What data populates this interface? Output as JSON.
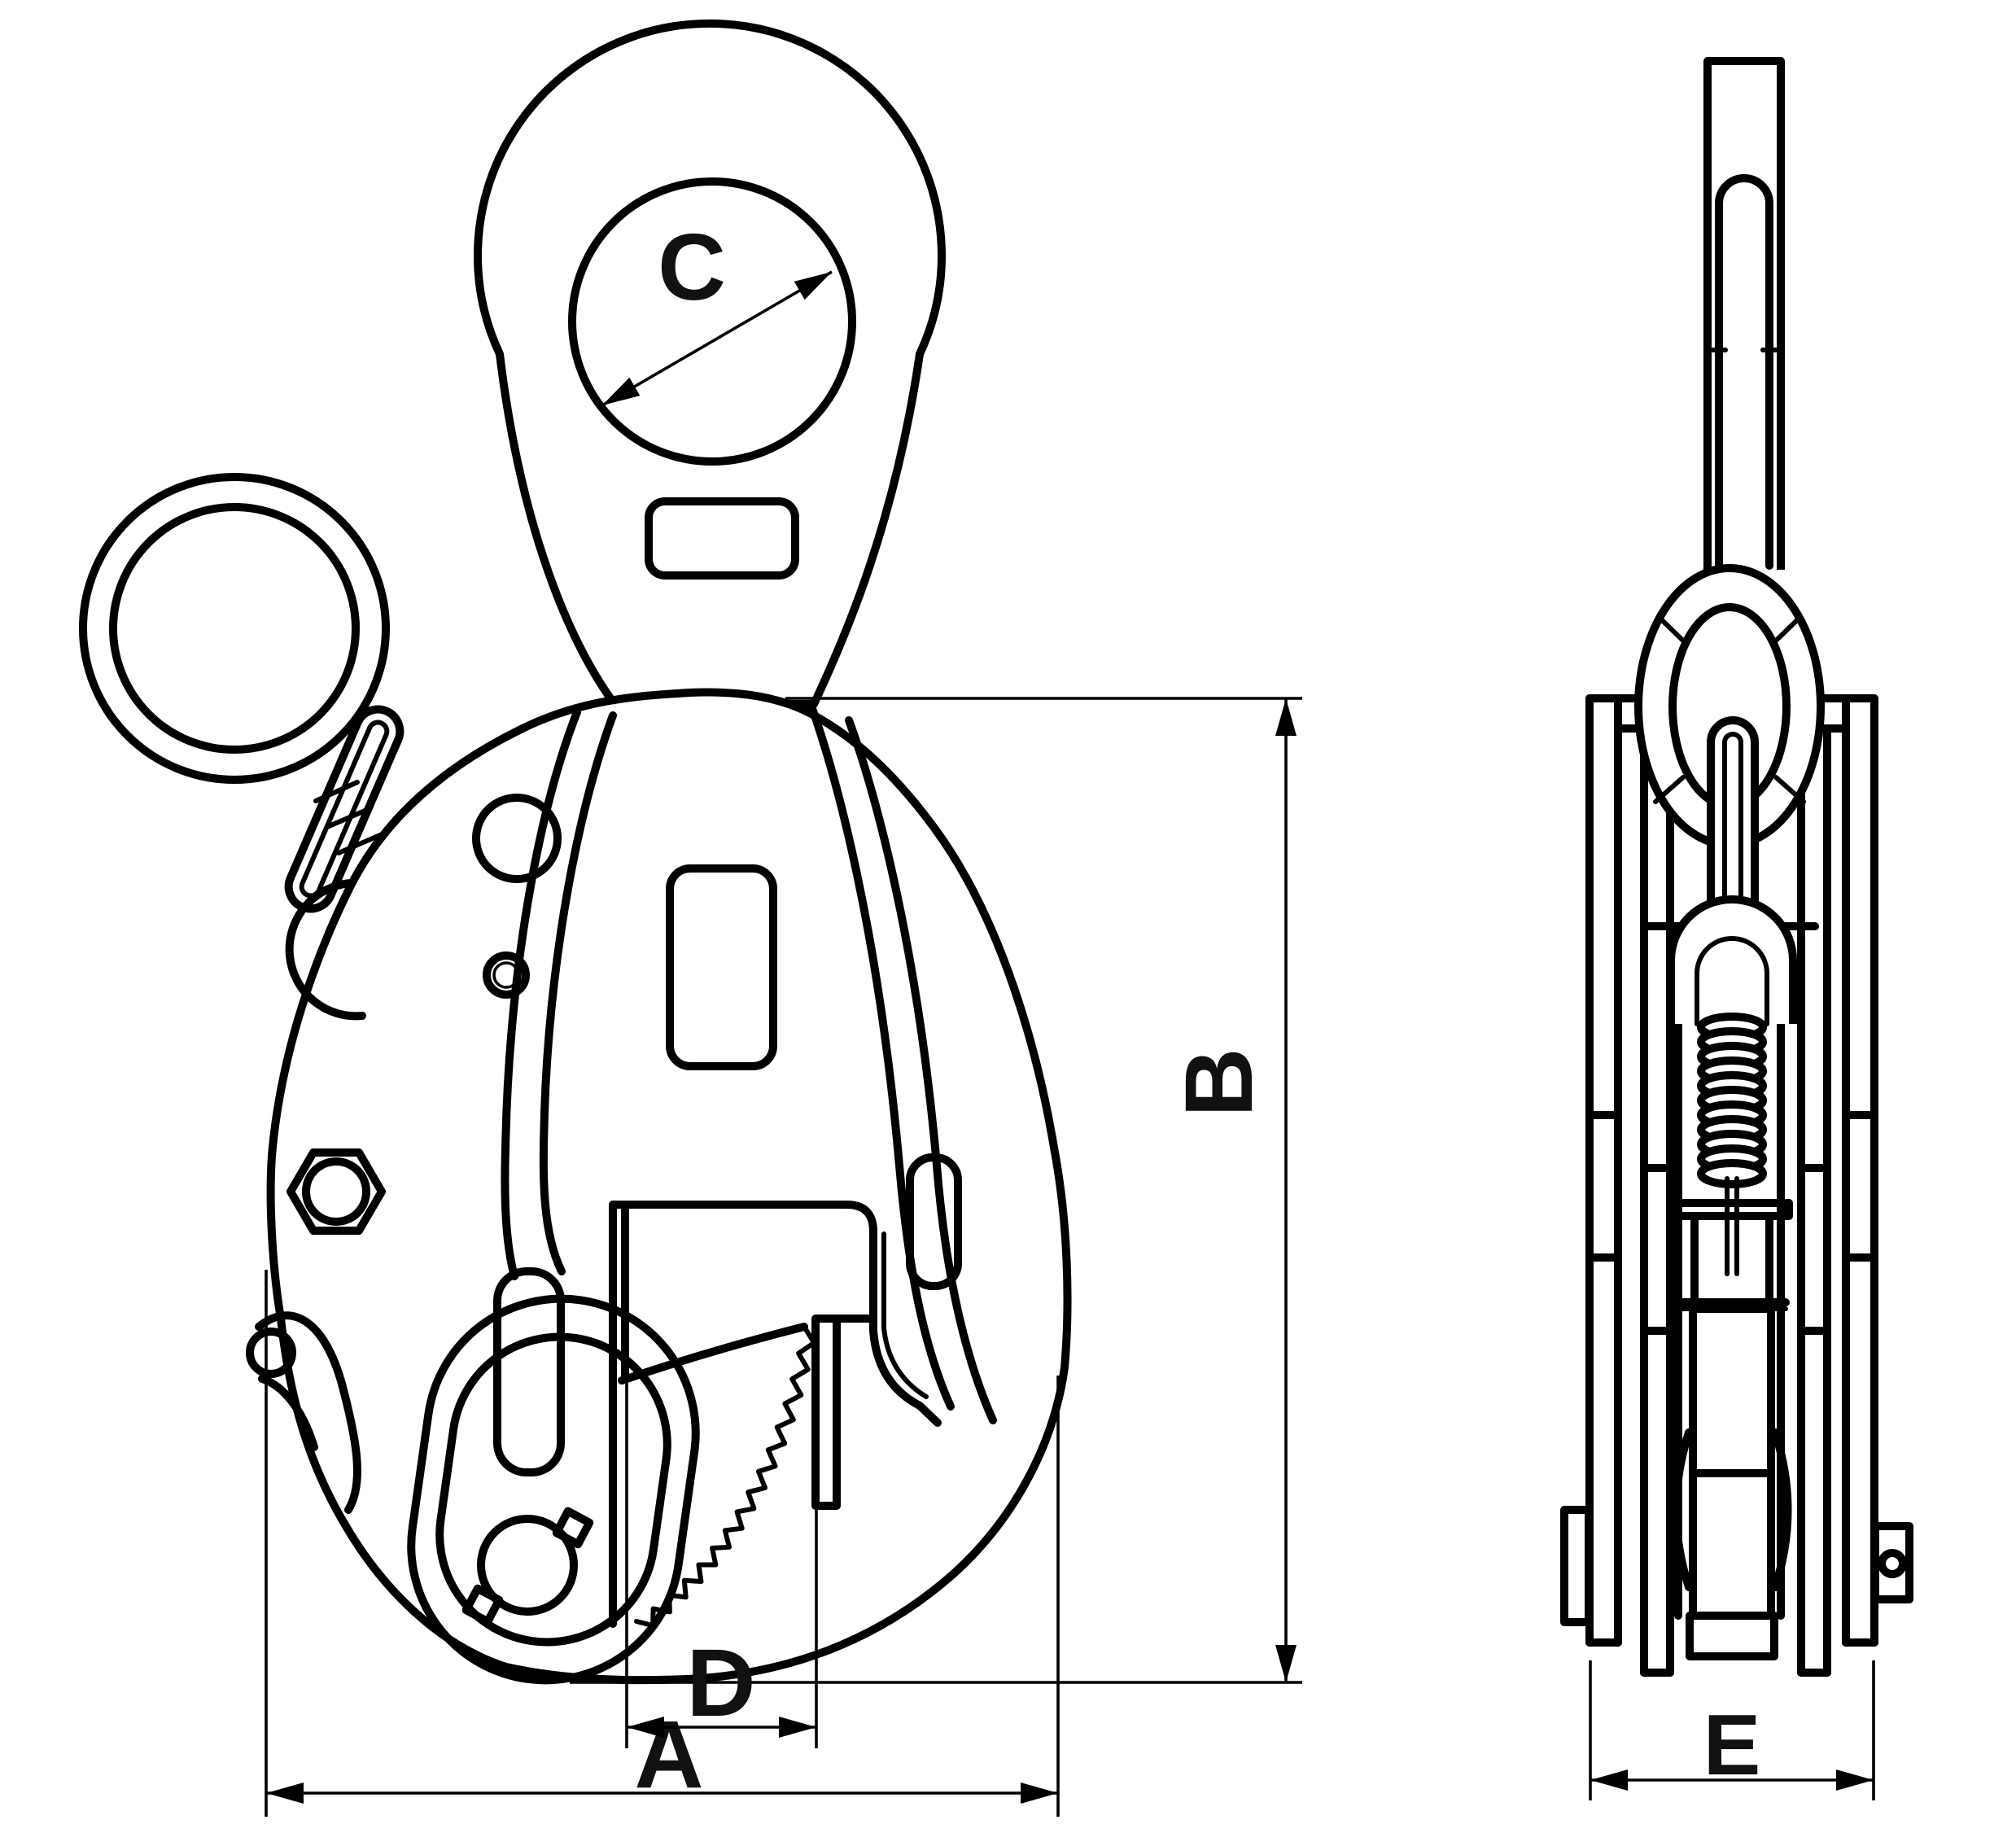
{
  "drawing": {
    "type": "engineering-dimension-drawing",
    "subject": "vertical plate lifting clamp, front and side orthographic views",
    "colors": {
      "line": "#000000",
      "label": "#111111",
      "background": "#ffffff"
    },
    "views": {
      "front": {
        "name": "front-view"
      },
      "side": {
        "name": "side-view"
      }
    },
    "dimensions": {
      "A": {
        "label": "A",
        "orientation": "horizontal-bottom-overall-width"
      },
      "B": {
        "label": "B",
        "orientation": "vertical-right-body-height"
      },
      "C": {
        "label": "C",
        "orientation": "diagonal-eye-hole-diameter"
      },
      "D": {
        "label": "D",
        "orientation": "horizontal-jaw-opening"
      },
      "E": {
        "label": "E",
        "orientation": "horizontal-side-view-width"
      }
    }
  }
}
